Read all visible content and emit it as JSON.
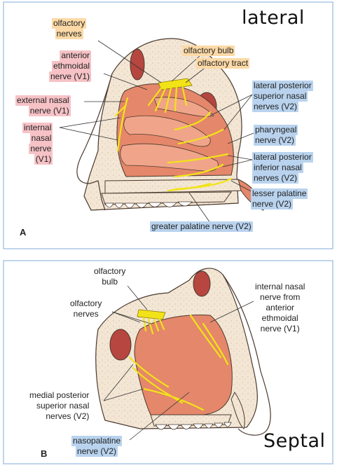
{
  "panel_a": {
    "letter": "A",
    "title_handwritten": "lateral",
    "labels": {
      "olfactory_nerves": [
        "olfactory",
        "nerves"
      ],
      "anterior_ethmoidal": [
        "anterior",
        "ethmoidal",
        "nerve (V1)"
      ],
      "external_nasal": [
        "external nasal",
        "nerve (V1)"
      ],
      "internal_nasal": [
        "internal",
        "nasal",
        "nerve",
        "(V1)"
      ],
      "olfactory_bulb": "olfactory bulb",
      "olfactory_tract": "olfactory tract",
      "lateral_posterior_superior": [
        "lateral posterior",
        "superior nasal",
        "nerves (V2)"
      ],
      "pharyngeal": [
        "pharyngeal",
        "nerve (V2)"
      ],
      "lateral_posterior_inferior": [
        "lateral posterior",
        "inferior nasal",
        "nerves (V2)"
      ],
      "lesser_palatine": [
        "lesser palatine",
        "nerve (V2)"
      ],
      "greater_palatine": "greater palatine nerve (V2)"
    }
  },
  "panel_b": {
    "letter": "B",
    "title_handwritten": "Septal",
    "labels": {
      "olfactory_bulb": [
        "olfactory",
        "bulb"
      ],
      "olfactory_nerves": [
        "olfactory",
        "nerves"
      ],
      "internal_nasal_from_anterior": [
        "internal nasal",
        "nerve from",
        "anterior",
        "ethmoidal",
        "nerve (V1)"
      ],
      "medial_posterior_superior": [
        "medial posterior",
        "superior nasal",
        "nerves (V2)"
      ],
      "nasopalatine": [
        "nasopalatine",
        "nerve (V2)"
      ]
    }
  },
  "colors": {
    "mucosa": "#e5876a",
    "mucosa_light": "#f0a58a",
    "bone": "#f3e6d4",
    "bone_edge": "#4a3a30",
    "nerve": "#f2e318",
    "label_orange": "#fcd9a6",
    "label_pink": "#f6c2c6",
    "label_blue": "#b9d3ee",
    "panel_border": "#a9c7e6"
  }
}
